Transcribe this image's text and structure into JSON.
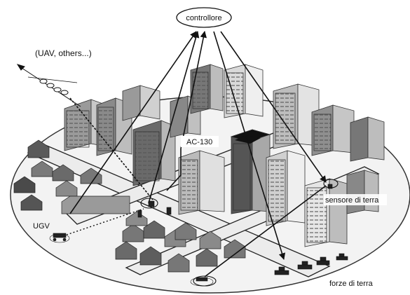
{
  "labels": {
    "controller": "controllore",
    "uav": "(UAV, others...)",
    "ac130": "AC-130",
    "ugv": "UGV",
    "ground_sensor": "sensore di terra",
    "ground_forces": "forze di terra"
  },
  "colors": {
    "background": "#ffffff",
    "ground_ellipse": "#f2f2f2",
    "road": "#e6e6e6",
    "building_light": "#c8c8c8",
    "building_mid": "#9a9a9a",
    "building_dark": "#5a5a5a",
    "house": "#6e6e6e",
    "link": "#111111"
  }
}
